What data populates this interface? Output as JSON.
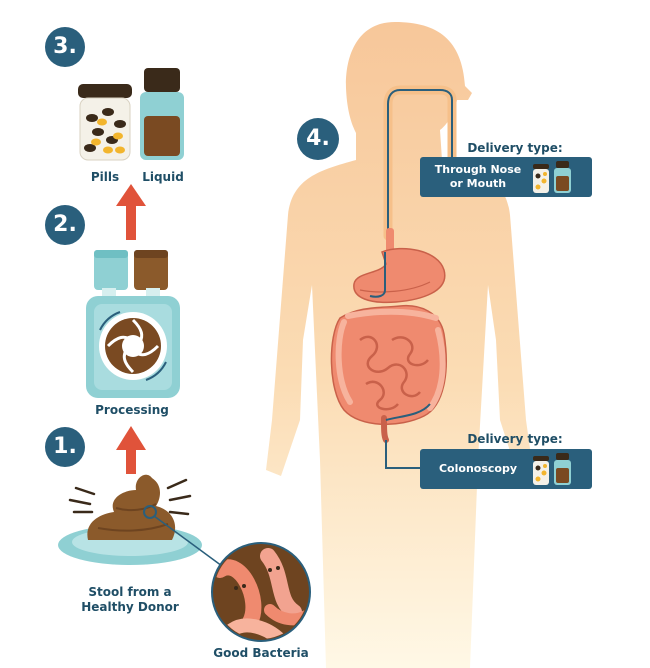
{
  "colors": {
    "navy": "#2a5f7c",
    "teal": "#8fd0d3",
    "brown": "#8b5a2b",
    "arrow_red": "#e0533a",
    "body_top": "#f7c79a",
    "body_bottom": "#fff6dc",
    "intestine": "#ef8a6f"
  },
  "steps": [
    "1.",
    "2.",
    "3.",
    "4."
  ],
  "labels": {
    "pills": "Pills",
    "liquid": "Liquid",
    "processing": "Processing",
    "stool_line1": "Stool from a",
    "stool_line2": "Healthy Donor",
    "good_bacteria": "Good Bacteria"
  },
  "delivery": [
    {
      "heading": "Delivery type:",
      "line1": "Through Nose",
      "line2": "or Mouth",
      "icon": "pill-and-liquid-jars-icon"
    },
    {
      "heading": "Delivery type:",
      "line1": "Colonoscopy",
      "icon": "pill-and-liquid-jars-icon"
    }
  ]
}
